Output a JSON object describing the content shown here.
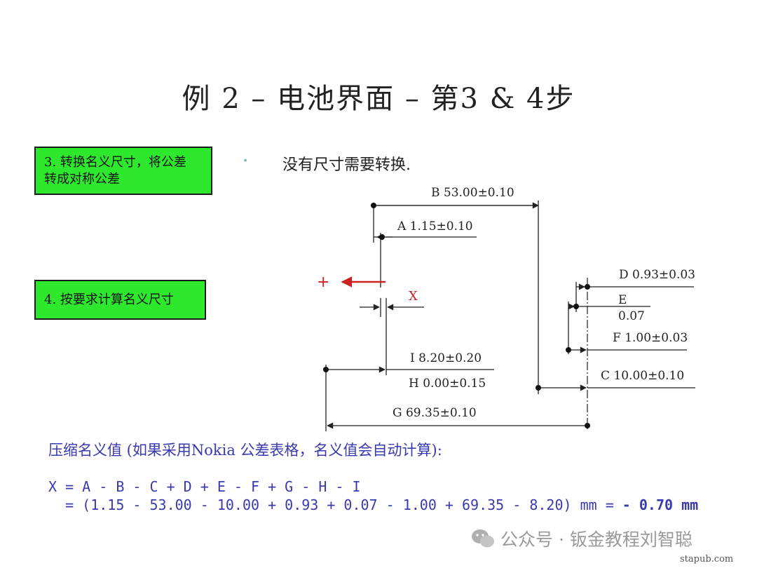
{
  "title": "例 2 – 电池界面 – 第3 & 4步",
  "steps": {
    "step3": "3. 转换名义尺寸，将公差\n转成对称公差",
    "step4": "4. 按要求计算名义尺寸"
  },
  "note": "没有尺寸需要转换.",
  "colors": {
    "step_box": "#2ee82e",
    "formula": "#3a3ab0",
    "arrow": "#cc2222"
  },
  "diagram": {
    "dim_B": "B 53.00±0.10",
    "dim_A": "A 1.15±0.10",
    "dim_D": "D 0.93±0.03",
    "dim_E_name": "E",
    "dim_E_value": "0.07",
    "dim_F": "F 1.00±0.03",
    "dim_I": "I 8.20±0.20",
    "dim_H": "H 0.00±0.15",
    "dim_C": "C 10.00±0.10",
    "dim_G": "G 69.35±0.10",
    "plus": "+",
    "x_label": "X"
  },
  "formula": {
    "intro": "压缩名义值 (如果采用Nokia 公差表格，名义值会自动计算):",
    "line1": "X = A - B - C + D + E - F + G - H - I",
    "line2": "  = (1.15 - 53.00 - 10.00 + 0.93 + 0.07 - 1.00 + 69.35 - 8.20) mm = ",
    "result": "- 0.70 mm"
  },
  "watermark": "公众号 · 钣金教程刘智聪",
  "site": "stapub.com"
}
